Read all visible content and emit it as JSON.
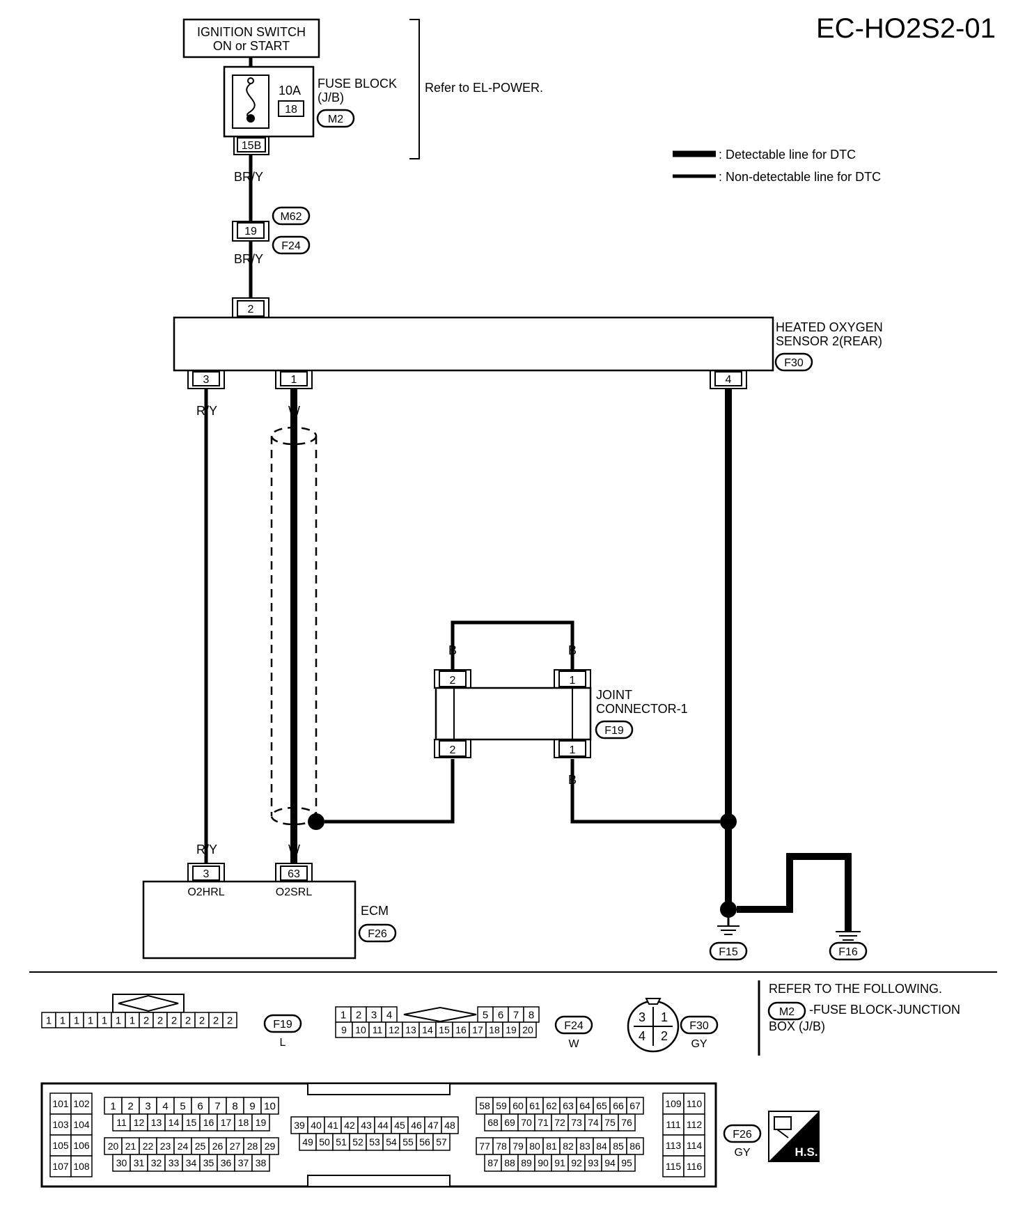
{
  "page_title": "EC-HO2S2-01",
  "ignition_switch": {
    "line1": "IGNITION SWITCH",
    "line2": "ON or START"
  },
  "fuse_block": {
    "name": "FUSE BLOCK",
    "sub": "(J/B)",
    "amp": "10A",
    "fuse_no": "18",
    "connector": "M2",
    "terminal": "15B"
  },
  "refer_el_power": "Refer to EL-POWER.",
  "legend": {
    "detectable": ": Detectable line for DTC",
    "non_detectable": ": Non-detectable line for DTC"
  },
  "wire_colors": {
    "bry": "BR/Y",
    "ry": "R/Y",
    "w": "W",
    "b": "B"
  },
  "inline_connector": {
    "pin": "19",
    "top": "M62",
    "bottom": "F24"
  },
  "sensor": {
    "line1": "HEATED OXYGEN",
    "line2": "SENSOR 2(REAR)",
    "connector": "F30",
    "pins": [
      "2",
      "3",
      "1",
      "4"
    ]
  },
  "joint": {
    "line1": "JOINT",
    "line2": "CONNECTOR-1",
    "connector": "F19",
    "pins": [
      "2",
      "1",
      "2",
      "1"
    ]
  },
  "ecm": {
    "name": "ECM",
    "connector": "F26",
    "pins": [
      "3",
      "63"
    ],
    "terminals": [
      "O2HRL",
      "O2SRL"
    ]
  },
  "grounds": [
    "F15",
    "F16"
  ],
  "connectors": {
    "f19": {
      "id": "F19",
      "color": "L",
      "pins": [
        "1",
        "1",
        "1",
        "1",
        "1",
        "1",
        "1",
        "2",
        "2",
        "2",
        "2",
        "2",
        "2",
        "2"
      ]
    },
    "f24": {
      "id": "F24",
      "color": "W",
      "top_left": [
        "1",
        "2",
        "3",
        "4"
      ],
      "top_right": [
        "5",
        "6",
        "7",
        "8"
      ],
      "bottom": [
        "9",
        "10",
        "11",
        "12",
        "13",
        "14",
        "15",
        "16",
        "17",
        "18",
        "19",
        "20"
      ]
    },
    "f30": {
      "id": "F30",
      "color": "GY",
      "pins": [
        "3",
        "1",
        "4",
        "2"
      ]
    },
    "f26": {
      "id": "F26",
      "color": "GY"
    }
  },
  "refer_box": {
    "title": "REFER TO THE FOLLOWING.",
    "connector": "M2",
    "desc1": "-FUSE BLOCK-JUNCTION",
    "desc2": "BOX (J/B)"
  },
  "hs_badge": "H.S."
}
